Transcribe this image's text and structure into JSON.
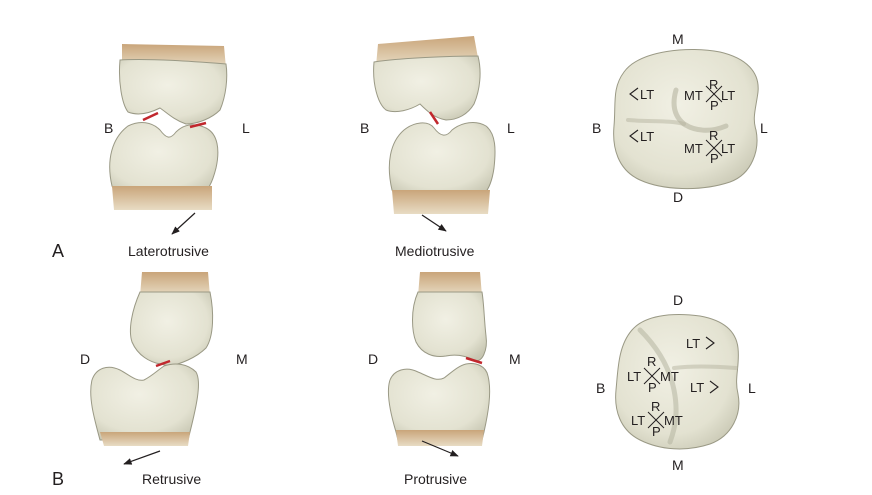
{
  "panels": {
    "a": {
      "letter": "A",
      "left_view": {
        "side_left": "B",
        "side_right": "L",
        "caption": "Laterotrusive"
      },
      "middle_view": {
        "side_left": "B",
        "side_right": "L",
        "caption": "Mediotrusive"
      },
      "occlusal": {
        "top": "M",
        "bottom": "D",
        "left": "B",
        "right": "L",
        "upper_left_mark": "LT",
        "upper_right": {
          "r": "R",
          "mt": "MT",
          "lt": "LT",
          "p": "P"
        },
        "lower_left_mark": "LT",
        "lower_right": {
          "r": "R",
          "mt": "MT",
          "lt": "LT",
          "p": "P"
        }
      }
    },
    "b": {
      "letter": "B",
      "left_view": {
        "side_left": "D",
        "side_right": "M",
        "caption": "Retrusive"
      },
      "middle_view": {
        "side_left": "D",
        "side_right": "M",
        "caption": "Protrusive"
      },
      "occlusal": {
        "top": "D",
        "bottom": "M",
        "left": "B",
        "right": "L",
        "upper_right_mark": "LT",
        "middle_right_mark": "LT",
        "upper_left": {
          "r": "R",
          "lt": "LT",
          "mt": "MT",
          "p": "P"
        },
        "lower_left": {
          "r": "R",
          "lt": "LT",
          "mt": "MT",
          "p": "P"
        }
      }
    }
  },
  "colors": {
    "tooth_fill": "#e5e4d4",
    "tooth_shadow": "#b8b7a3",
    "tooth_outline": "#8d8c78",
    "root_tan": "#c9a57a",
    "contact_red": "#c1272d",
    "text": "#231f20"
  }
}
